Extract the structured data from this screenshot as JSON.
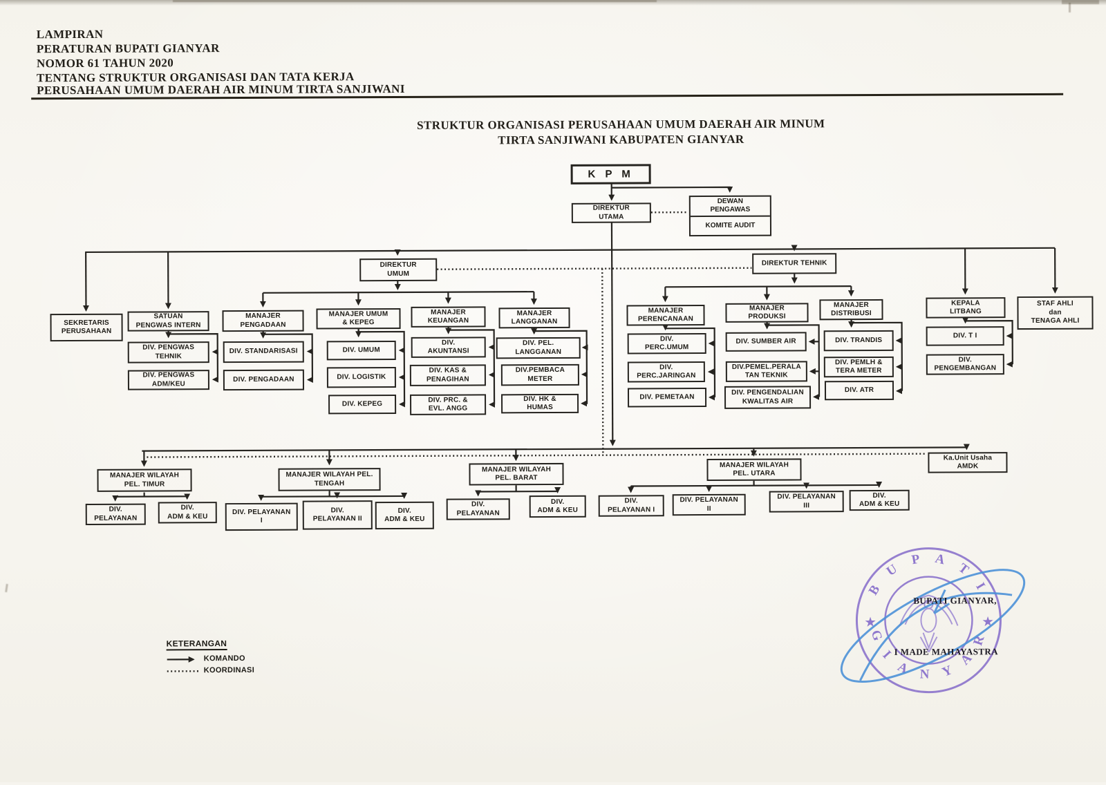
{
  "header": {
    "lines": [
      "LAMPIRAN",
      "PERATURAN BUPATI GIANYAR",
      "NOMOR 61 TAHUN 2020",
      "TENTANG STRUKTUR ORGANISASI DAN TATA KERJA",
      "PERUSAHAAN UMUM DAERAH AIR MINUM TIRTA SANJIWANI"
    ]
  },
  "title": {
    "line1": "STRUKTUR ORGANISASI PERUSAHAAN UMUM DAERAH AIR MINUM",
    "line2": "TIRTA SANJIWANI KABUPATEN GIANYAR"
  },
  "nodes": {
    "kpm": "K P M",
    "dirut": "DIREKTUR\nUTAMA",
    "dewan": "DEWAN\nPENGAWAS",
    "komite": "KOMITE AUDIT",
    "dirum": "DIREKTUR\nUMUM",
    "dirtek": "DIREKTUR TEHNIK",
    "sekper": "SEKRETARIS\nPERUSAHAAN",
    "spi": "SATUAN\nPENGWAS INTERN",
    "pengwas_tehnik": "DIV. PENGWAS\nTEHNIK",
    "pengwas_admkeu": "DIV. PENGWAS\nADM/KEU",
    "mgr_pengadaan": "MANAJER\nPENGADAAN",
    "standarisasi": "DIV. STANDARISASI",
    "pengadaan": "DIV. PENGADAAN",
    "mgr_umum_kepeg": "MANAJER  UMUM\n& KEPEG",
    "umum": "DIV. UMUM",
    "logistik": "DIV. LOGISTIK",
    "kepeg": "DIV. KEPEG",
    "mgr_keuangan": "MANAJER\nKEUANGAN",
    "akuntansi": "DIV.\nAKUNTANSI",
    "kas": "DIV. KAS &\nPENAGIHAN",
    "prc": "DIV. PRC. &\nEVL. ANGG",
    "mgr_langganan": "MANAJER\nLANGGANAN",
    "pel_langganan": "DIV. PEL.\nLANGGANAN",
    "pembaca": "DIV.PEMBACA\nMETER",
    "hk_humas": "DIV. HK &\nHUMAS",
    "mgr_perencanaan": "MANAJER\nPERENCANAAN",
    "perc_umum": "DIV.\nPERC.UMUM",
    "perc_jaringan": "DIV.\nPERC.JARINGAN",
    "pemetaan": "DIV. PEMETAAN",
    "mgr_produksi": "MANAJER\nPRODUKSI",
    "sumber_air": "DIV. SUMBER AIR",
    "pemel": "DIV.PEMEL.PERALA\nTAN TEKNIK",
    "pengendalian": "DIV. PENGENDALIAN\nKWALITAS AIR",
    "mgr_distribusi": "MANAJER\nDISTRIBUSI",
    "trandis": "DIV. TRANDIS",
    "pemlh": "DIV. PEMLH &\nTERA METER",
    "atr": "DIV. ATR",
    "litbang": "KEPALA\nLITBANG",
    "ti": "DIV. T I",
    "pengembangan": "DIV.\nPENGEMBANGAN",
    "staf_ahli": "STAF AHLI\ndan\nTENAGA AHLI",
    "mgr_timur": "MANAJER  WILAYAH\nPEL. TIMUR",
    "timur_pelayanan": "DIV.\nPELAYANAN",
    "timur_admkeu": "DIV.\nADM & KEU",
    "mgr_tengah": "MANAJER  WILAYAH  PEL.\nTENGAH",
    "tengah_pel1": "DIV. PELAYANAN\nI",
    "tengah_pel2": "DIV.\nPELAYANAN II",
    "tengah_admkeu": "DIV.\nADM & KEU",
    "mgr_barat": "MANAJER  WILAYAH\nPEL. BARAT",
    "barat_pelayanan": "DIV.\nPELAYANAN",
    "barat_admkeu": "DIV.\nADM & KEU",
    "mgr_utara": "MANAJER  WILAYAH\nPEL. UTARA",
    "utara_pel1": "DIV.\nPELAYANAN I",
    "utara_pel2": "DIV. PELAYANAN\nII",
    "utara_pel3": "DIV. PELAYANAN\nIII",
    "utara_admkeu": "DIV.\nADM & KEU",
    "ka_unit": "Ka.Unit Usaha\nAMDK"
  },
  "legend": {
    "title": "KETERANGAN",
    "komando": "KOMANDO",
    "koordinasi": "KOORDINASI"
  },
  "stamp": {
    "seal_top": "B U P A T I",
    "seal_bottom": "G I A N Y A R",
    "label": "BUPATI GIANYAR,",
    "name": "I MADE MAHAYASTRA"
  },
  "colors": {
    "ink": "#262420",
    "seal_purple": "#7e63c8",
    "signature_blue": "#4d92d8",
    "paper": "#f6f4ee"
  }
}
